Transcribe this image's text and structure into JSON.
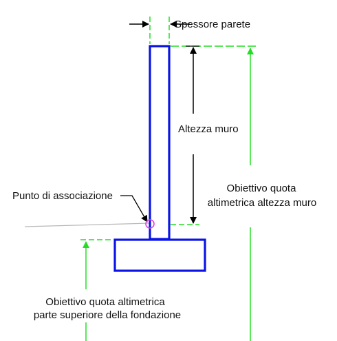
{
  "labels": {
    "wall_thickness": "Spessore parete",
    "wall_height": "Altezza muro",
    "target_wall_height": [
      "Obiettivo quota",
      "altimetrica altezza muro"
    ],
    "attachment_point": "Punto di associazione",
    "target_footing_top": [
      "Obiettivo quota altimetrica",
      "parte superiore della fondazione"
    ]
  },
  "colors": {
    "wall_outline": "#0a14e6",
    "dimension": "#22dd22",
    "annotation": "#000000",
    "attachment_marker": "#e040e0",
    "ground_line": "#b8b8b8"
  }
}
